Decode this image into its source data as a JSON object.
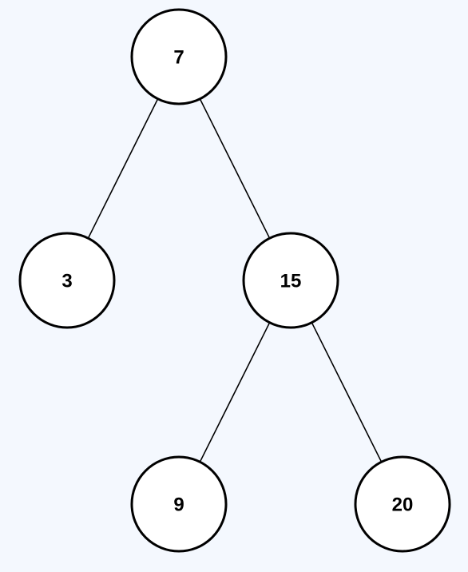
{
  "tree": {
    "nodes": [
      {
        "id": "n7",
        "label": "7"
      },
      {
        "id": "n3",
        "label": "3"
      },
      {
        "id": "n15",
        "label": "15"
      },
      {
        "id": "n9",
        "label": "9"
      },
      {
        "id": "n20",
        "label": "20"
      }
    ],
    "edges": [
      {
        "from": "n7",
        "to": "n3"
      },
      {
        "from": "n7",
        "to": "n15"
      },
      {
        "from": "n15",
        "to": "n9"
      },
      {
        "from": "n15",
        "to": "n20"
      }
    ]
  }
}
